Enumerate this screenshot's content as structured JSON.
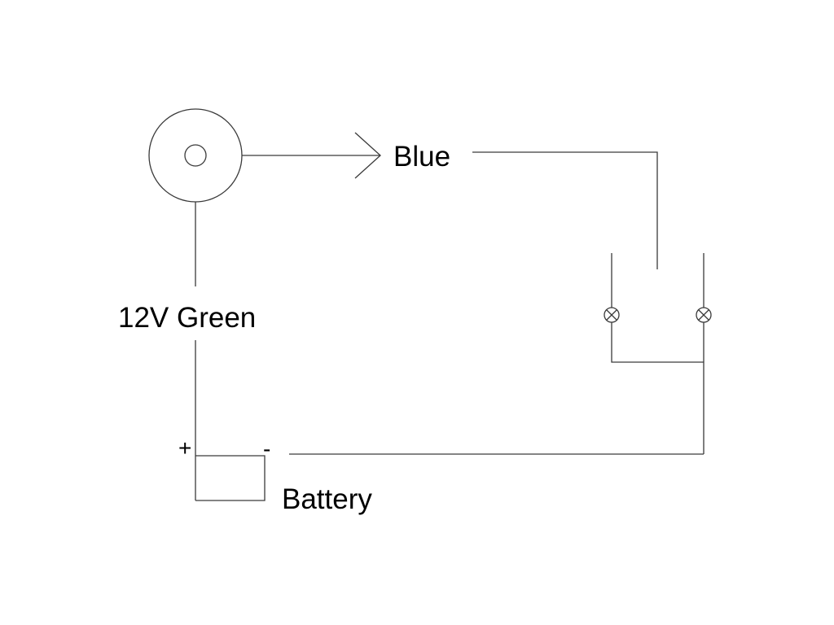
{
  "labels": {
    "blue": "Blue",
    "green": "12V Green",
    "battery": "Battery",
    "plus": "+",
    "minus": "-"
  },
  "components": {
    "source": "ring-terminal",
    "load": "two-lamps",
    "battery": "battery"
  },
  "colors": {
    "line": "#3a3a3a",
    "text": "#000000",
    "background": "#ffffff"
  }
}
